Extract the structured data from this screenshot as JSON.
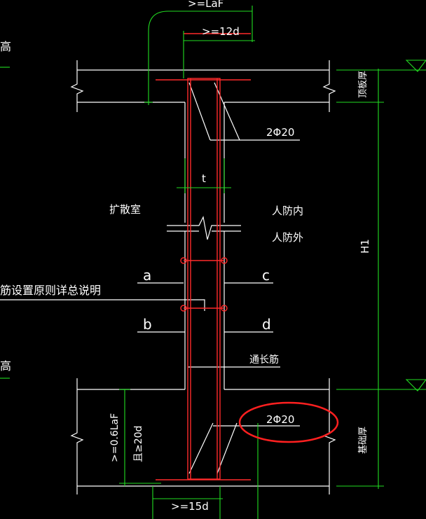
{
  "dimensions": {
    "top_anchorage": ">=LaF",
    "top_hook": ">=12d",
    "wall_thickness": "t",
    "bottom_anchorage_vertical": ">=0.6LaF",
    "bottom_anchorage_min": "且≥20d",
    "bottom_hook": ">=15d",
    "height": "H1"
  },
  "labels": {
    "left_height_top": "高",
    "left_height_bottom": "高",
    "top_slab": "顶板厚",
    "bottom_slab": "基础厚",
    "left_room": "扩散室",
    "right_inside": "人防内",
    "right_outside": "人防外",
    "note": "筋设置原则详总说明",
    "through_bar": "通长筋",
    "top_bars": "2Φ20",
    "bottom_bars": "2Φ20",
    "a": "a",
    "b": "b",
    "c": "c",
    "d": "d"
  },
  "colors": {
    "line": "#ffffff",
    "rebar": "#ff2a2a",
    "dimension": "#22dd22",
    "highlight": "#ff2020",
    "background": "#000000"
  }
}
